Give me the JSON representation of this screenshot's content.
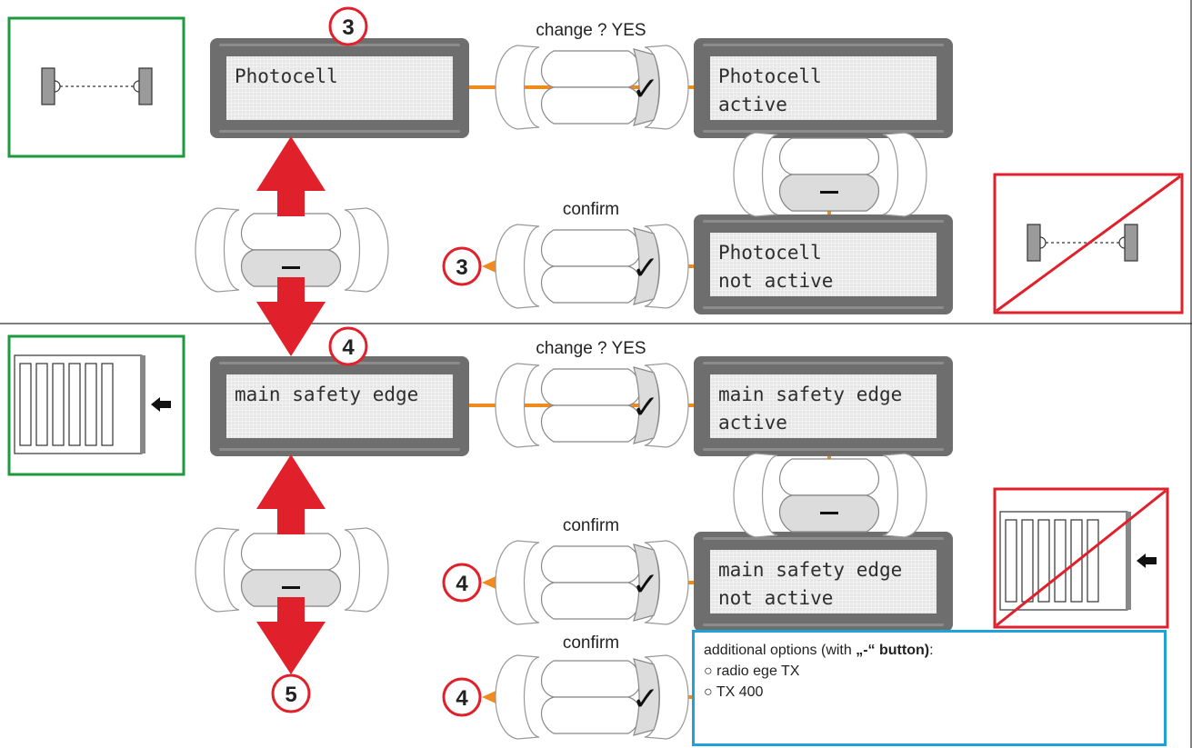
{
  "labels": {
    "change_yes": "change ? YES",
    "confirm": "confirm"
  },
  "lcd": {
    "photocell_menu": [
      "Photocell",
      ""
    ],
    "photocell_active": [
      "Photocell",
      "active"
    ],
    "photocell_not_active": [
      "Photocell",
      "not active"
    ],
    "edge_menu": [
      "main safety edge",
      ""
    ],
    "edge_active": [
      "main safety edge",
      "active"
    ],
    "edge_not_active": [
      "main safety edge",
      "not active"
    ]
  },
  "steps": {
    "three": "3",
    "four": "4",
    "five": "5"
  },
  "info_box": {
    "title_prefix": "additional options (with ",
    "title_bold": "„-“ button)",
    "title_suffix": ":",
    "option_1": "radio ege TX",
    "option_2": "TX 400",
    "bullet": "○"
  },
  "icons": {
    "check": "✓",
    "minus": "–"
  },
  "colors": {
    "red": "#e0202a",
    "orange": "#ee8a1e",
    "green": "#1c9a3e",
    "blue": "#1fa2d9",
    "panel": "#6e6e6e",
    "lcd": "#f2f2f2"
  }
}
